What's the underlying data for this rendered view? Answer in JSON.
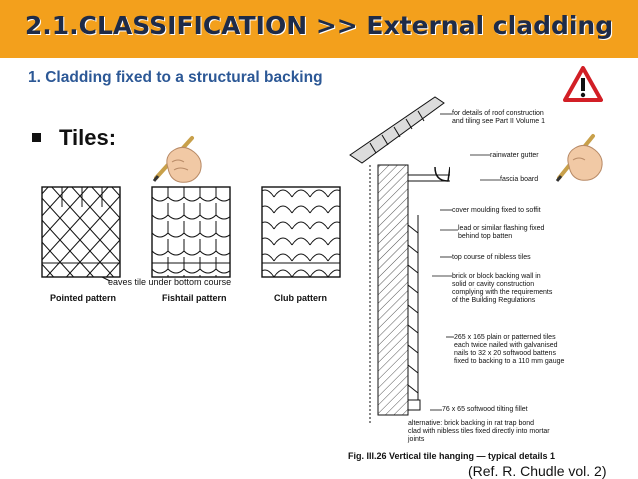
{
  "header": {
    "title": "2.1.CLASSIFICATION >> External cladding"
  },
  "subtitle": "1.   Cladding fixed to a structural backing",
  "bullet": {
    "text": "Tiles:"
  },
  "patterns": {
    "eaves_note": "eaves tile under bottom course",
    "labels": [
      "Pointed pattern",
      "Fishtail pattern",
      "Club pattern"
    ]
  },
  "detail": {
    "annotations": [
      "for details of roof construction",
      "and tiling see Part II Volume 1",
      "rainwater gutter",
      "fascia board",
      "cover moulding fixed to soffit",
      "lead or similar flashing fixed",
      "behind top batten",
      "top course of nibless tiles",
      "brick or block backing wall in",
      "solid or cavity construction",
      "complying with the requirements",
      "of the Building Regulations",
      "265 x 165 plain or patterned tiles",
      "each twice nailed with galvanised",
      "nails to 32 x 20 softwood battens",
      "fixed to backing to a 110 mm gauge",
      "76 x 65 softwood tilting fillet",
      "alternative: brick backing in rat trap bond",
      "clad with nibless tiles fixed directly into mortar",
      "joints"
    ],
    "caption": "Fig. III.26  Vertical tile hanging  —  typical details 1"
  },
  "reference": "(Ref. R. Chudle vol. 2)",
  "icons": [
    "warning-triangle-icon",
    "pencil-hand-icon"
  ],
  "colors": {
    "title_bar": "#f3a01c",
    "title_text": "#1e2b48",
    "subtitle": "#2c5896",
    "warning_red": "#d21f26"
  }
}
